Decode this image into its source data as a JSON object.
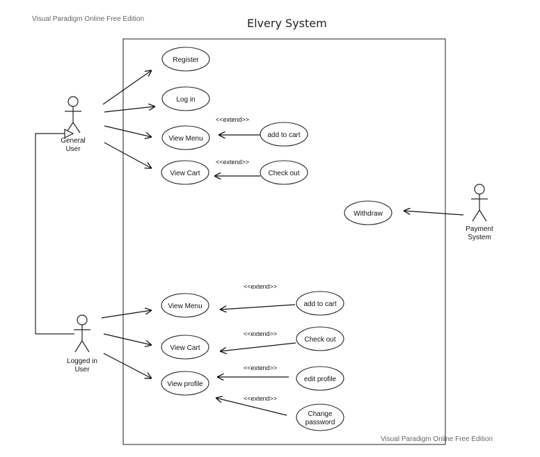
{
  "watermark_top": "Visual Paradigm Online Free Edition",
  "watermark_bottom": "Visual Paradigm Online Free Edition",
  "title": "Elvery System",
  "actors": {
    "general_user": [
      "General",
      "User"
    ],
    "logged_in_user": [
      "Logged in",
      "User"
    ],
    "payment_system": [
      "Payment",
      "System"
    ]
  },
  "use_cases": {
    "register": "Register",
    "log_in": "Log in",
    "view_menu_1": "View Menu",
    "add_to_cart_1": "add to cart",
    "view_cart_1": "View Cart",
    "check_out_1": "Check out",
    "withdraw": "Withdraw",
    "view_menu_2": "View Menu",
    "add_to_cart_2": "add to cart",
    "view_cart_2": "View Cart",
    "check_out_2": "Check out",
    "view_profile": "View profile",
    "edit_profile": "edit profile",
    "change_password": [
      "Change",
      "password"
    ]
  },
  "stereotype": "<<extend>>"
}
